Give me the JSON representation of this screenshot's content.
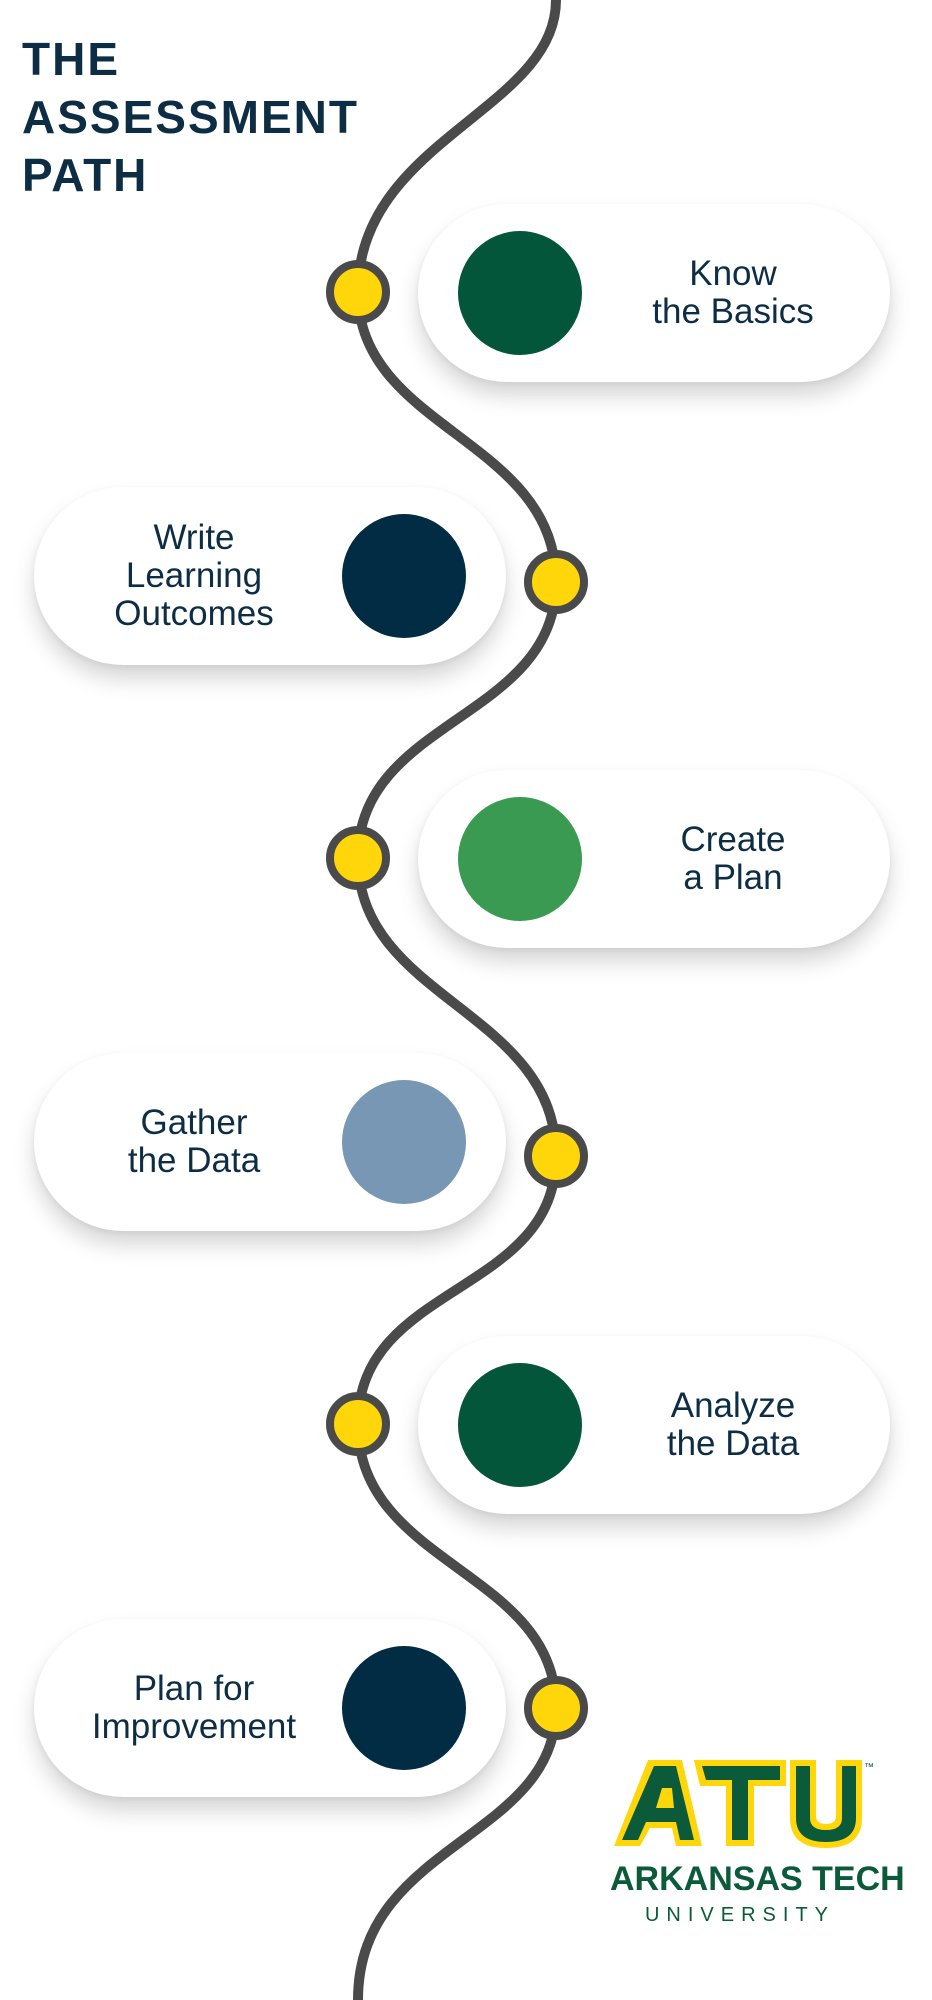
{
  "title": [
    "THE",
    "ASSESSMENT",
    "PATH"
  ],
  "colors": {
    "title_text": "#0d2d45",
    "path_line": "#4a4a4a",
    "node_fill": "#ffd60a",
    "dark_green": "#03563a",
    "navy": "#022c44",
    "light_green": "#3a9a51",
    "steel_blue": "#7897b5",
    "logo_green": "#0b5a3a",
    "logo_gold": "#ffd60a"
  },
  "steps": [
    {
      "lines": [
        "Know",
        "the Basics"
      ],
      "circle_color": "#03563a",
      "side": "right"
    },
    {
      "lines": [
        "Write",
        "Learning",
        "Outcomes"
      ],
      "circle_color": "#022c44",
      "side": "left"
    },
    {
      "lines": [
        "Create",
        "a Plan"
      ],
      "circle_color": "#3a9a51",
      "side": "right"
    },
    {
      "lines": [
        "Gather",
        "the Data"
      ],
      "circle_color": "#7897b5",
      "side": "left"
    },
    {
      "lines": [
        "Analyze",
        "the Data"
      ],
      "circle_color": "#03563a",
      "side": "right"
    },
    {
      "lines": [
        "Plan for",
        "Improvement"
      ],
      "circle_color": "#022c44",
      "side": "left"
    }
  ],
  "logo": {
    "mark": "ATU",
    "trademark": "™",
    "line1": "ARKANSAS TECH",
    "line2": "UNIVERSITY"
  }
}
